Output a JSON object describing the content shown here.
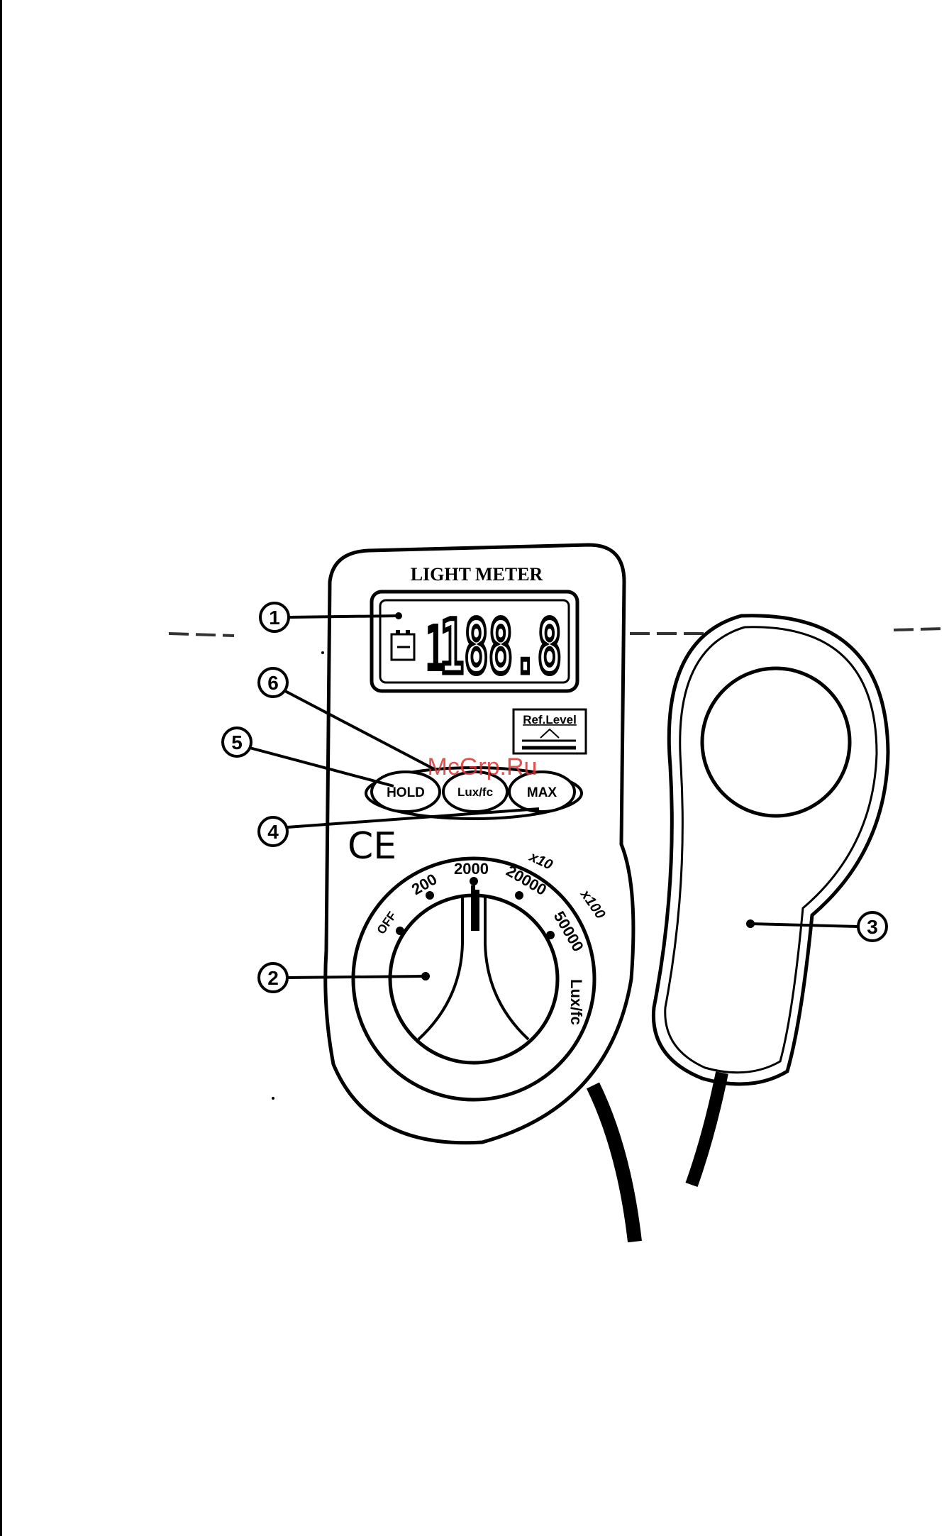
{
  "device": {
    "title": "LIGHT METER",
    "lcd_digits": "188.8",
    "lcd_leading": "1",
    "ref_level_label": "Ref.Level",
    "ce_mark": "CE"
  },
  "buttons": [
    {
      "label": "HOLD"
    },
    {
      "label": "Lux/fc"
    },
    {
      "label": "MAX"
    }
  ],
  "dial": {
    "positions": [
      "OFF",
      "200",
      "2000",
      "20000",
      "50000"
    ],
    "multipliers": [
      "x10",
      "x100"
    ],
    "unit_label": "Lux/fc"
  },
  "callouts": [
    "1",
    "2",
    "3",
    "4",
    "5",
    "6"
  ],
  "watermark": "McGrp.Ru",
  "icons": [
    "battery-icon",
    "light-sensor-icon",
    "sensor-cable-icon",
    "rotary-dial-icon"
  ]
}
